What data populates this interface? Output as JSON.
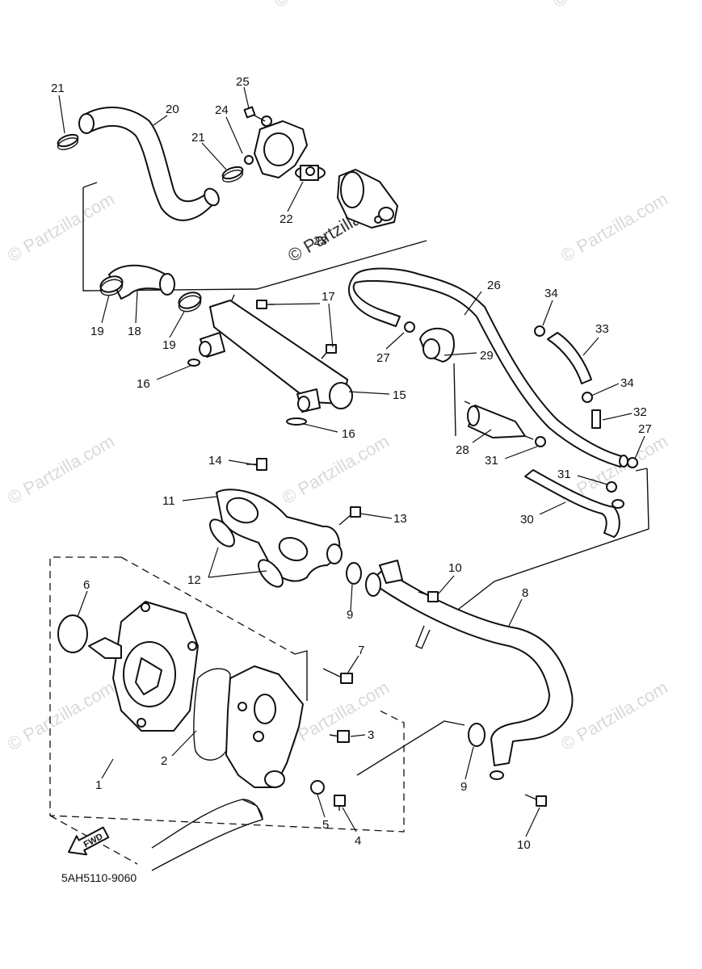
{
  "diagram": {
    "part_code": "5AH5110-9060",
    "fwd_label": "FWD",
    "watermark": "© Partzilla.com",
    "callouts": [
      "21",
      "20",
      "25",
      "24",
      "21",
      "22",
      "23",
      "26",
      "34",
      "33",
      "19",
      "18",
      "19",
      "17",
      "27",
      "29",
      "16",
      "15",
      "34",
      "32",
      "16",
      "27",
      "28",
      "31",
      "14",
      "31",
      "11",
      "13",
      "30",
      "10",
      "12",
      "8",
      "6",
      "9",
      "7",
      "3",
      "2",
      "1",
      "9",
      "5",
      "4",
      "10"
    ]
  }
}
